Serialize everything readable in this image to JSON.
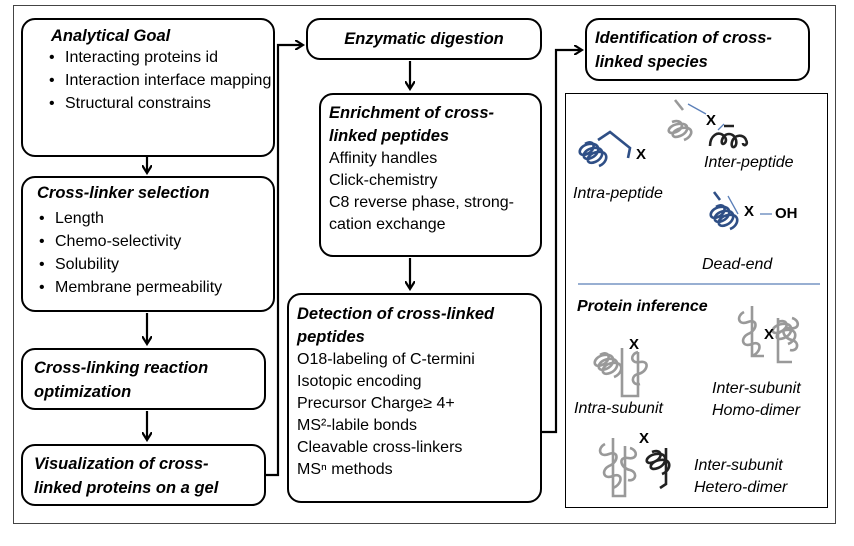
{
  "col1": {
    "goal": {
      "title": "Analytical Goal",
      "items": [
        "Interacting proteins id",
        "Interaction interface mapping",
        "Structural constrains"
      ]
    },
    "selection": {
      "title": "Cross-linker  selection",
      "items": [
        "Length",
        "Chemo-selectivity",
        "Solubility",
        "Membrane permeability"
      ]
    },
    "optimization": {
      "title": "Cross-linking reaction optimization"
    },
    "visualization": {
      "title": "Visualization of cross-linked proteins on a gel"
    }
  },
  "col2": {
    "digestion": {
      "title": "Enzymatic digestion"
    },
    "enrichment": {
      "title": "Enrichment of cross-linked peptides",
      "items": [
        "Affinity handles",
        "Click-chemistry",
        "C8 reverse phase, strong-cation exchange"
      ]
    },
    "detection": {
      "title": "Detection of cross-linked peptides",
      "items": [
        "O18-labeling of C-termini",
        "Isotopic encoding",
        "Precursor Charge≥ 4+",
        "MS²-labile bonds",
        "Cleavable cross-linkers",
        "MSⁿ methods"
      ]
    }
  },
  "col3": {
    "identification": {
      "title": "Identification of cross-linked species"
    },
    "species": {
      "intra_peptide": "Intra-peptide",
      "inter_peptide": "Inter-peptide",
      "dead_end": "Dead-end",
      "x_mark": "X",
      "oh": "OH"
    },
    "inference": {
      "title": "Protein inference",
      "intra_subunit": "Intra-subunit",
      "homo_line1": "Inter-subunit",
      "homo_line2": "Homo-dimer",
      "hetero_line1": "Inter-subunit",
      "hetero_line2": "Hetero-dimer"
    }
  },
  "colors": {
    "blue_helix": "#2f4f86",
    "grey_helix": "#999999",
    "dark_helix": "#222222",
    "divider": "#5b7fb8"
  }
}
